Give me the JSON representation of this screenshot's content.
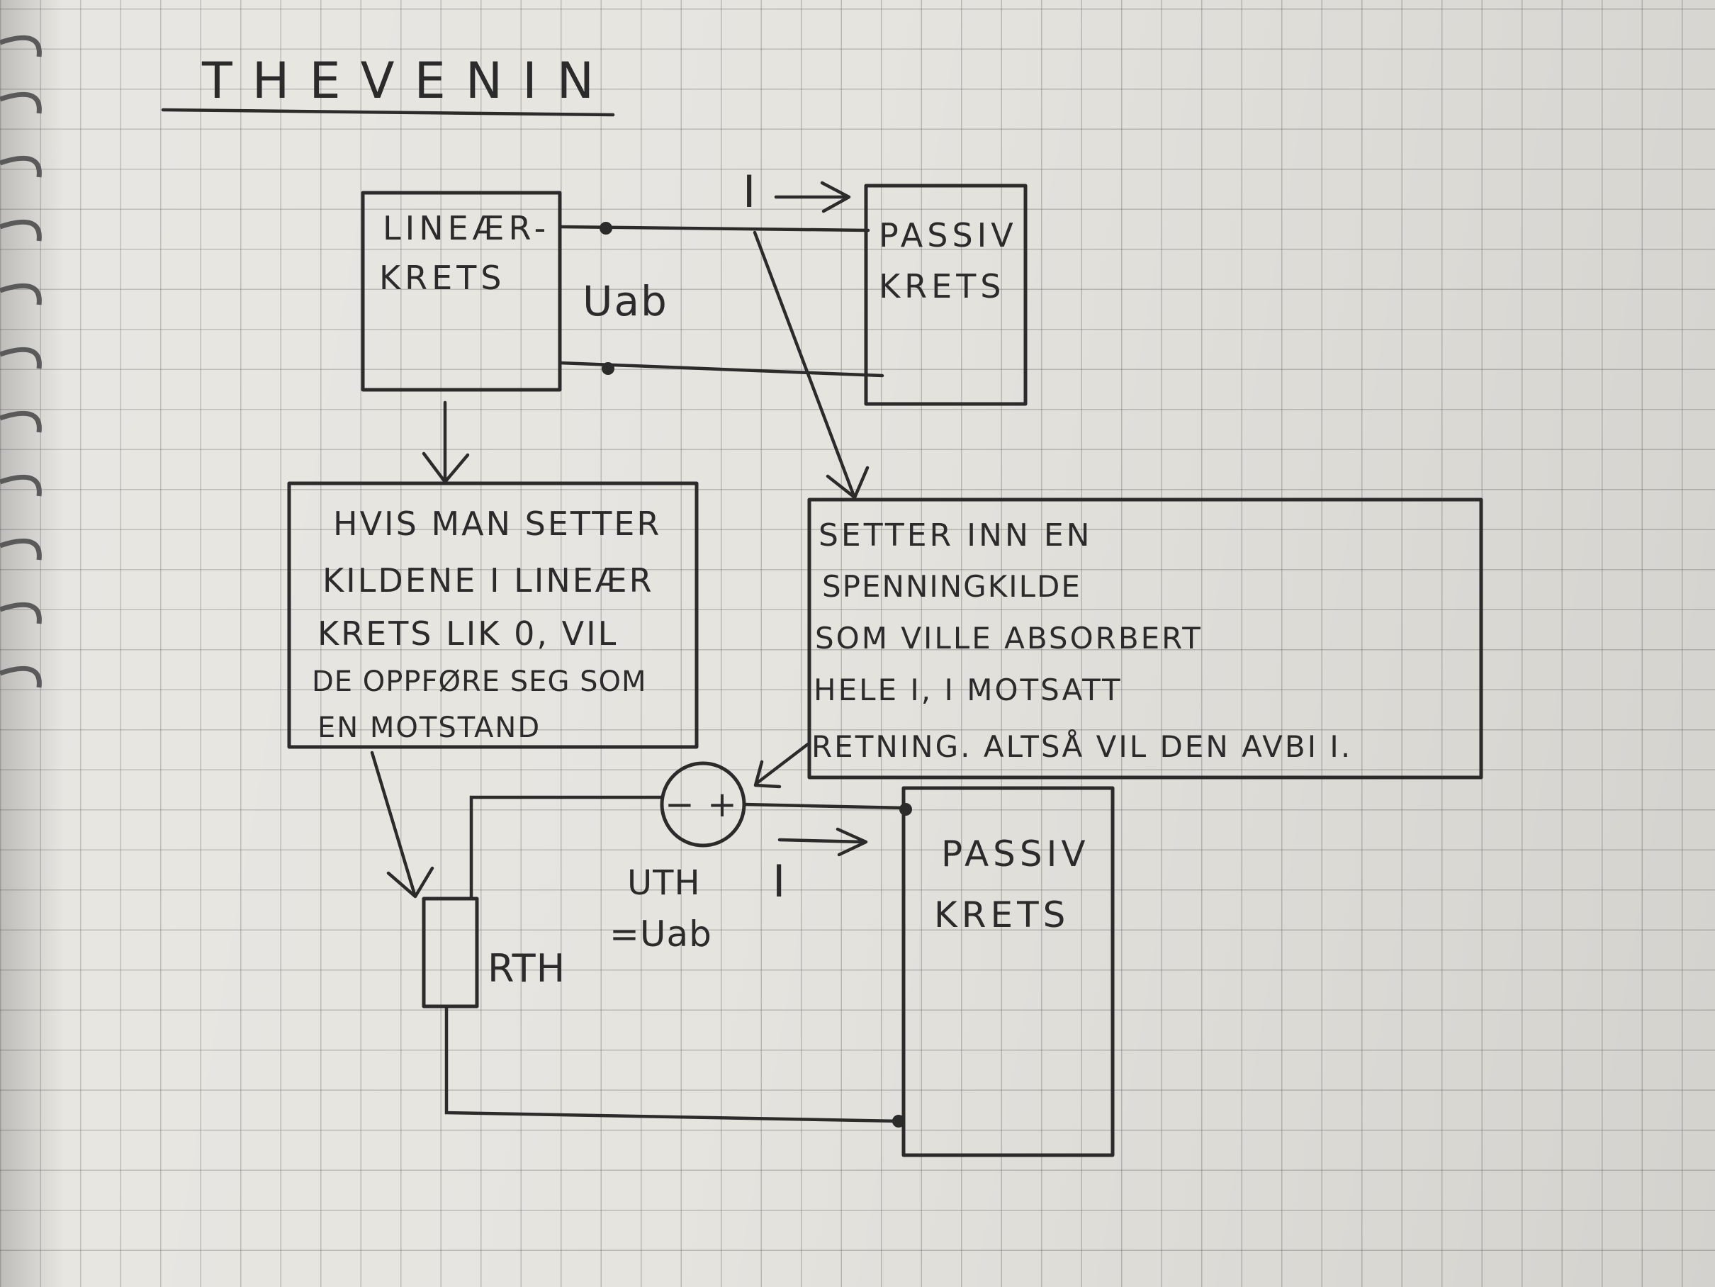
{
  "title": "THEVENIN",
  "top_left_box": {
    "line1": "LINEÆR-",
    "line2": "KRETS"
  },
  "top_right_box": {
    "line1": "PASSIV",
    "line2": "KRETS"
  },
  "current_top": "I",
  "voltage_top": "Uab",
  "left_note": {
    "line1": "HVIS MAN SETTER",
    "line2": "KILDENE I LINEÆR",
    "line3": "KRETS LIK 0, VIL",
    "line4": "DE OPPFØRE SEG SOM",
    "line5": "EN MOTSTAND"
  },
  "right_note": {
    "line1": "SETTER INN EN",
    "line2": "SPENNINGKILDE",
    "line3": "SOM VILLE ABSORBERT",
    "line4": "HELE I, I MOTSATT",
    "line5": "RETNING. ALTSÅ VIL DEN AVBI I."
  },
  "source_signs": {
    "minus": "−",
    "plus": "+"
  },
  "current_bottom": "I",
  "voltage_bottom": {
    "line1": "UTH",
    "line2": "=Uab"
  },
  "resistor_label": "RTH",
  "bottom_right_box": {
    "line1": "PASSIV",
    "line2": "KRETS"
  },
  "colors": {
    "pencil": "#2b2b2b",
    "paper": "#e6e4df",
    "grid": "#8a8a8a"
  }
}
